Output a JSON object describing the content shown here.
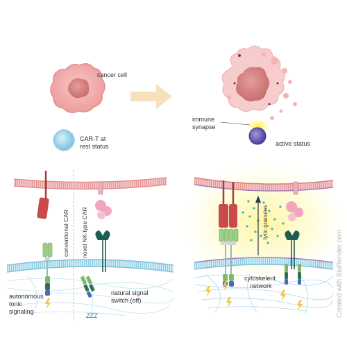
{
  "labels": {
    "cancer_cell": "cancer cell",
    "cart_rest_line1": "CAR-T at",
    "cart_rest_line2": "rest status",
    "immune_line1": "immune",
    "immune_line2": "synapse",
    "active_status": "active status",
    "conventional_car": "conventional CAR",
    "novel_car": "novel NK-type CAR",
    "autonomous_line1": "autonomous",
    "autonomous_line2": "tonic",
    "autonomous_line3": "signaling",
    "natural_line1": "natural signal",
    "natural_line2": "switch (off)",
    "lytic_granules": "lytic granules",
    "cytoskeleton_line1": "cytoskelent",
    "cytoskeleton_line2": "network",
    "zzz": "ZZZ",
    "credit": "Created with BioRender.com"
  },
  "colors": {
    "cancer_fill": "#f4b7b7",
    "cancer_nucleus": "#d98585",
    "tcell_rest": "#9fd6ea",
    "tcell_active": "#6a5fb8",
    "arrow": "#f6dfb8",
    "glow": "#fff7a6",
    "membrane_top": "#e79b9b",
    "membrane_bottom": "#9cd3e8",
    "car_red": "#c94a4a",
    "car_green": "#7fb76f",
    "car_blue": "#3f6fb6",
    "nk_teal": "#1f5c54",
    "ligand_pink": "#ef9fb5",
    "granule": "#3bb5c2"
  }
}
